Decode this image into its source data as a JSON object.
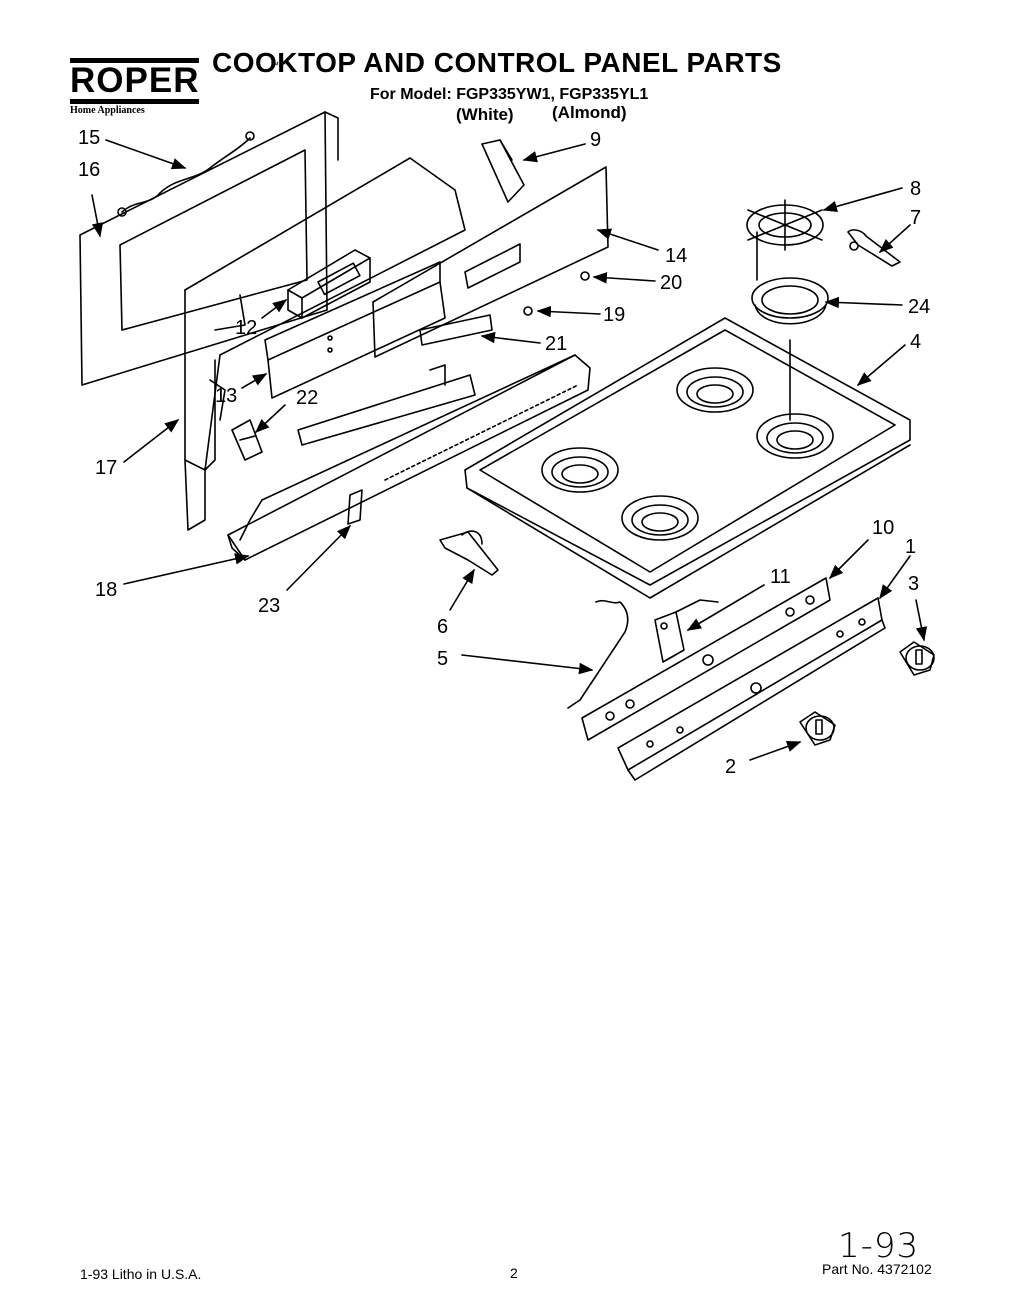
{
  "header": {
    "brand": "ROPER",
    "brand_tm": "™",
    "brand_sub": "Home Appliances",
    "title": "COOKTOP AND CONTROL PANEL PARTS",
    "model_line": "For Model: FGP335YW1, FGP335YL1",
    "color_white": "(White)",
    "color_almond": "(Almond)"
  },
  "callouts": [
    "1",
    "2",
    "3",
    "4",
    "5",
    "6",
    "7",
    "8",
    "9",
    "10",
    "11",
    "12",
    "13",
    "14",
    "15",
    "16",
    "17",
    "18",
    "19",
    "20",
    "21",
    "22",
    "23",
    "24"
  ],
  "footer": {
    "left": "1-93  Litho in U.S.A.",
    "page": "2",
    "handwritten": "1-93",
    "part_no": "Part No. 4372102"
  }
}
